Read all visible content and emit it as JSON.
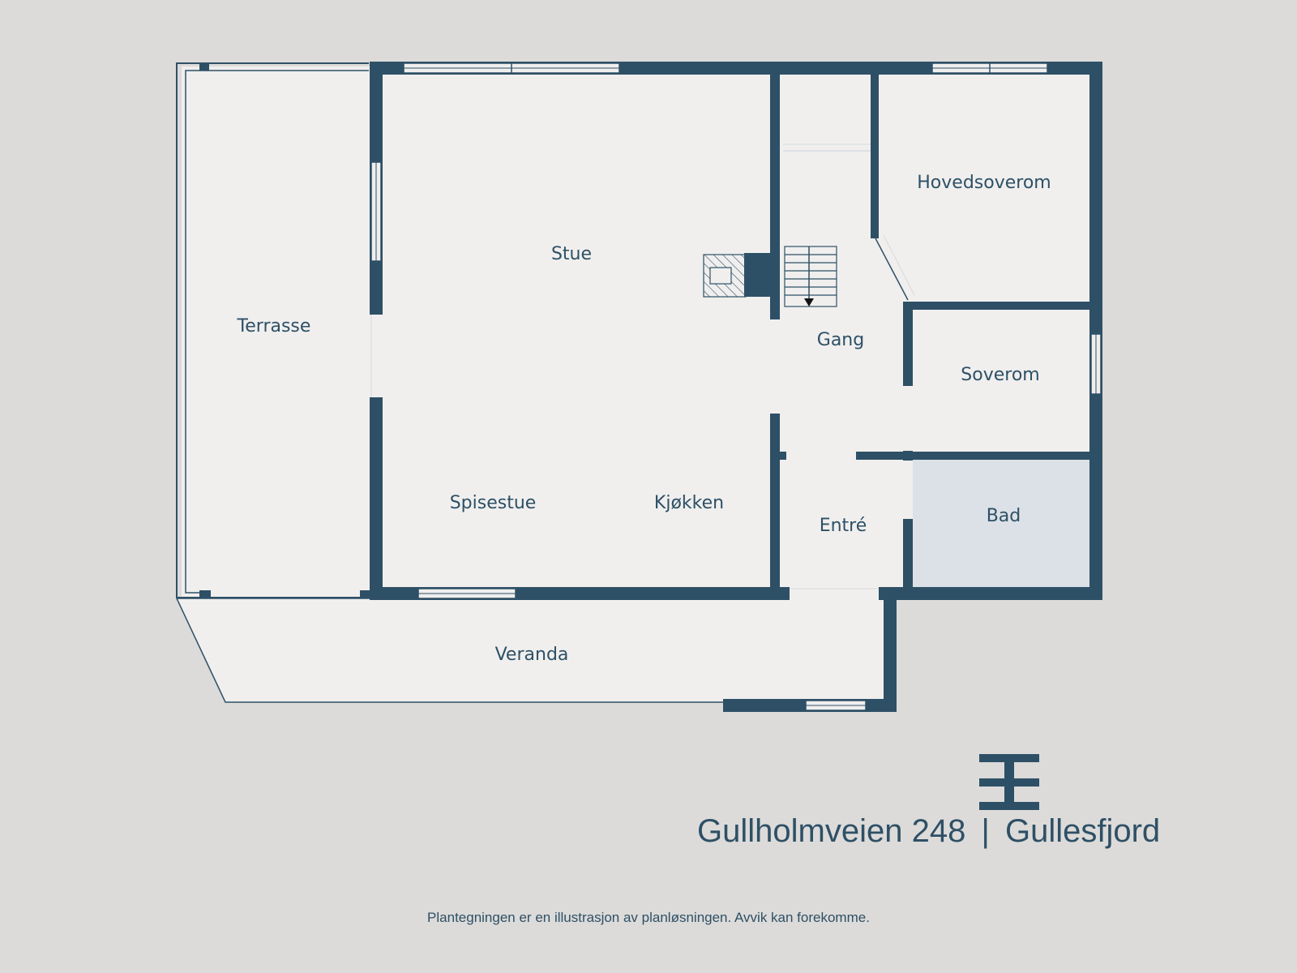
{
  "colors": {
    "background": "#dcdbd9",
    "wall": "#2e5066",
    "floor": "#f0efee",
    "bathroom": "#dbe1e7",
    "text": "#2e5066"
  },
  "rooms": {
    "terrasse": "Terrasse",
    "stue": "Stue",
    "spisestue": "Spisestue",
    "kjokken": "Kjøkken",
    "gang": "Gang",
    "hovedsoverom": "Hovedsoverom",
    "soverom": "Soverom",
    "entre": "Entré",
    "bad": "Bad",
    "veranda": "Veranda"
  },
  "logo": {
    "icon": "building-logo-icon"
  },
  "address": {
    "street": "Gullholmveien 248",
    "separator": "|",
    "place": "Gullesfjord"
  },
  "disclaimer": "Plantegningen er en illustrasjon av planløsningen. Avvik kan forekomme."
}
